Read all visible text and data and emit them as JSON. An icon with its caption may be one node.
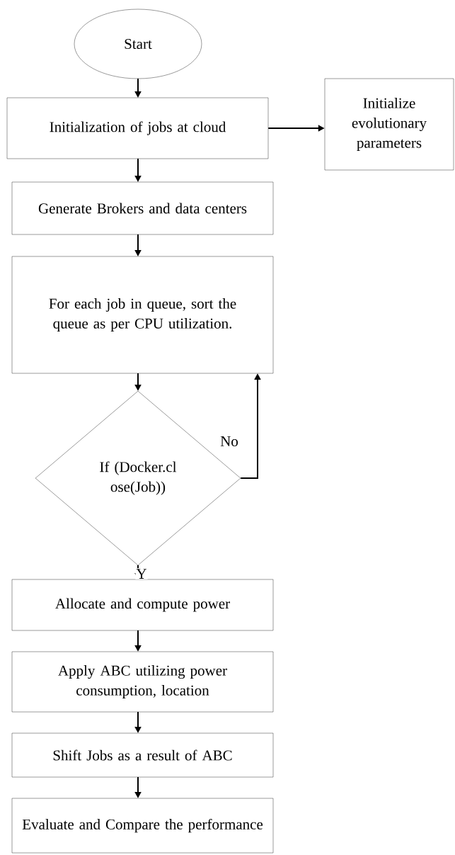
{
  "diagram": {
    "nodes": [
      {
        "text": [
          "Start"
        ]
      },
      {
        "text": [
          "Initialization of jobs at cloud"
        ]
      },
      {
        "text": [
          "Initialize evolutionary parameters"
        ]
      },
      {
        "text": [
          "Generate Brokers and data centers"
        ]
      },
      {
        "text": [
          "For each job in queue, sort the queue as per CPU utilization."
        ]
      },
      {
        "text": [
          "If (Docker.cl ose(Job))"
        ]
      },
      {
        "text": [
          "Allocate and compute power"
        ]
      },
      {
        "text": [
          "Apply ABC utilizing power consumption, location"
        ]
      },
      {
        "text": [
          "Shift Jobs as a result of ABC"
        ]
      },
      {
        "text": [
          "Evaluate and Compare the performance"
        ]
      }
    ],
    "edges": [
      {
        "from": 0,
        "to": 1,
        "arrow": "to"
      },
      {
        "from": 1,
        "to": 2,
        "arrow": "to"
      },
      {
        "from": 1,
        "to": 3,
        "arrow": "to"
      },
      {
        "from": 3,
        "to": 4,
        "arrow": "to"
      },
      {
        "from": 4,
        "to": 5,
        "arrow": "to"
      },
      {
        "from": 5,
        "to": 4,
        "arrow": "to",
        "label": "No"
      },
      {
        "from": 5,
        "to": 6,
        "arrow": "to",
        "label": "Y"
      },
      {
        "from": 6,
        "to": 7,
        "arrow": "to"
      },
      {
        "from": 7,
        "to": 8,
        "arrow": "to"
      },
      {
        "from": 8,
        "to": 9,
        "arrow": "to"
      }
    ]
  }
}
